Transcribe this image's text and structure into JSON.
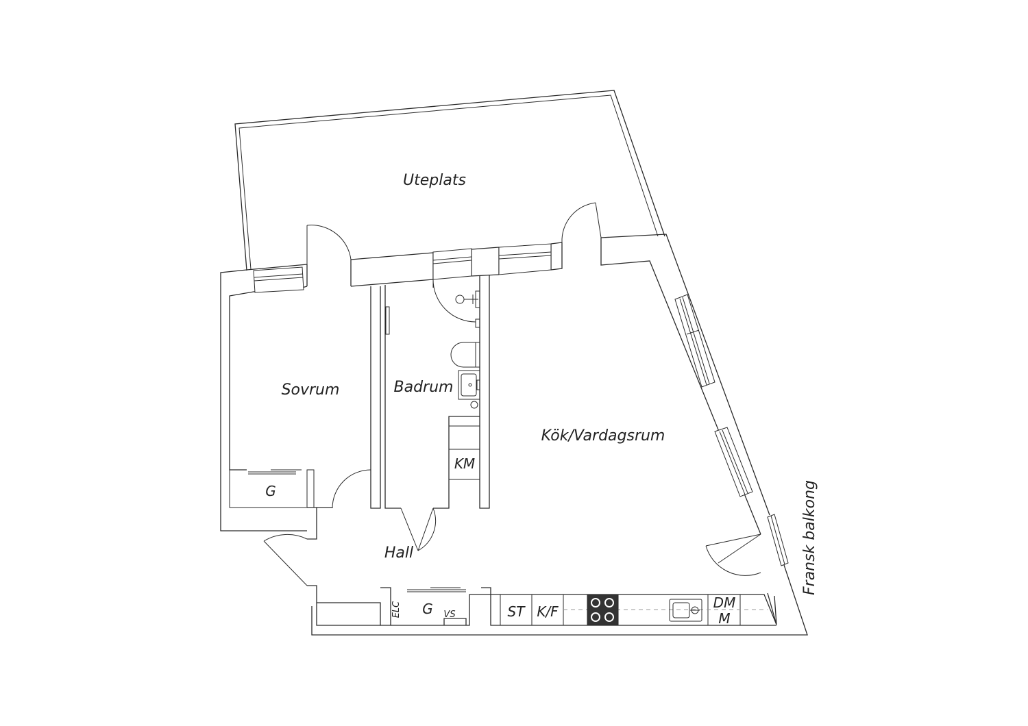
{
  "colors": {
    "line": "#2a2a2a",
    "background": "#ffffff",
    "stove": "#333333"
  },
  "rooms": {
    "uteplats": "Uteplats",
    "sovrum": "Sovrum",
    "badrum": "Badrum",
    "kok_vardagsrum": "Kök/Vardagsrum",
    "hall": "Hall",
    "fransk_balkong": "Fransk balkong"
  },
  "fixtures": {
    "km": "KM",
    "g_bedroom": "G",
    "elc": "ELC",
    "g_hall": "G",
    "vs": "VS",
    "st": "ST",
    "kf": "K/F",
    "dm": "DM",
    "m": "M"
  }
}
